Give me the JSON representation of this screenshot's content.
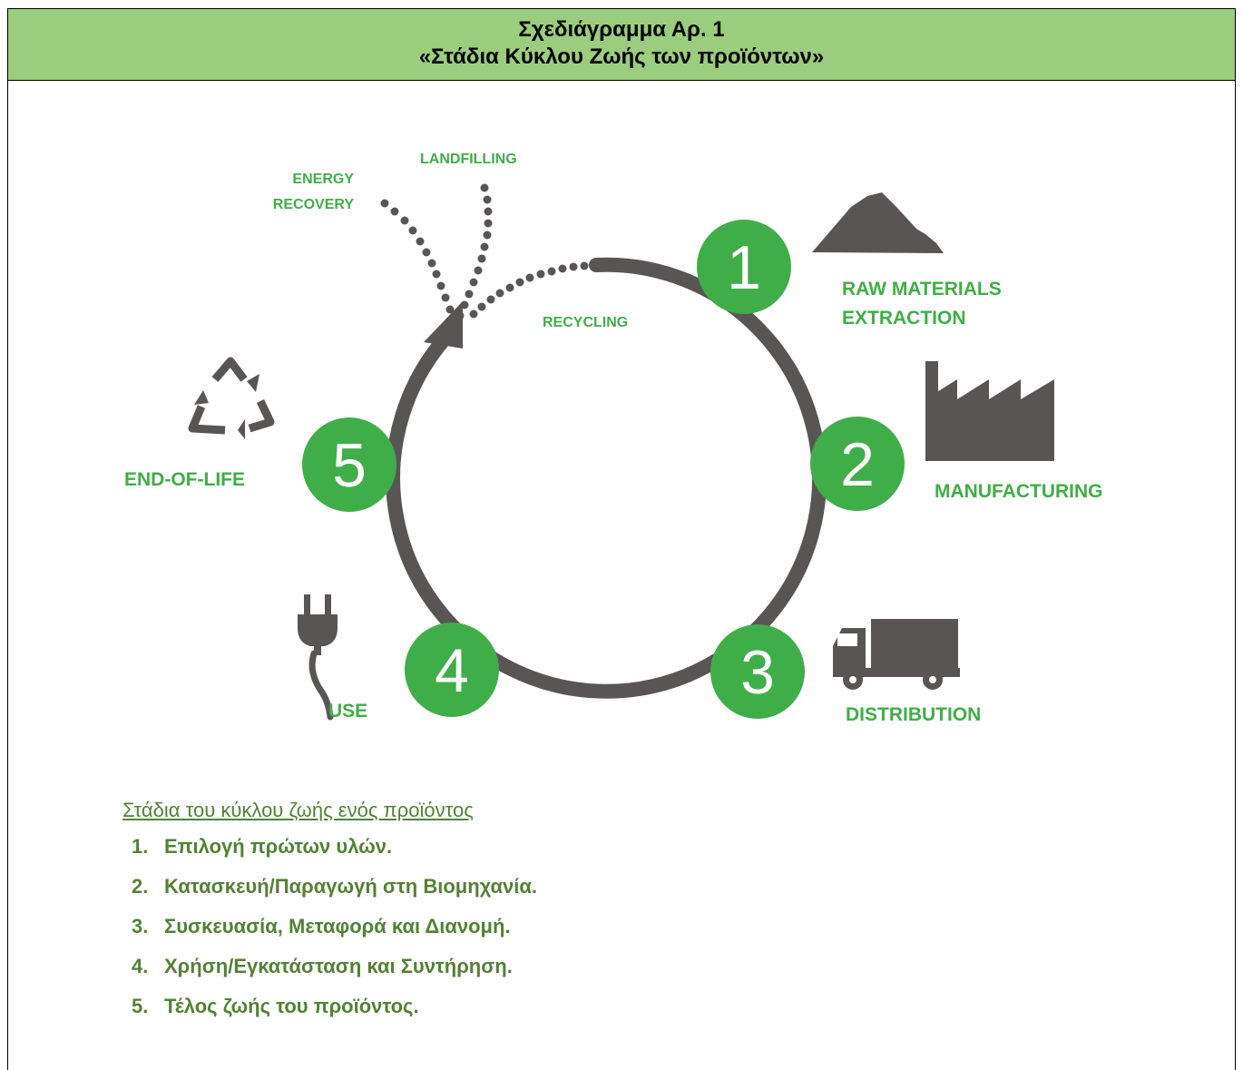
{
  "header": {
    "title_line1": "Σχεδιάγραμμα Αρ. 1",
    "title_line2": "«Στάδια Κύκλου Ζωής των προϊόντων»"
  },
  "diagram": {
    "stages": [
      {
        "number": "1",
        "label_lines": [
          "RAW MATERIALS",
          "EXTRACTION"
        ],
        "icon": "mountain-icon"
      },
      {
        "number": "2",
        "label_lines": [
          "MANUFACTURING"
        ],
        "icon": "factory-icon"
      },
      {
        "number": "3",
        "label_lines": [
          "DISTRIBUTION"
        ],
        "icon": "truck-icon"
      },
      {
        "number": "4",
        "label_lines": [
          "USE"
        ],
        "icon": "plug-icon"
      },
      {
        "number": "5",
        "label_lines": [
          "END-OF-LIFE"
        ],
        "icon": "recycle-icon"
      }
    ],
    "recycling_label": "RECYCLING",
    "landfilling_label": "LANDFILLING",
    "energy_recovery_lines": [
      "ENERGY",
      "RECOVERY"
    ],
    "colors": {
      "green": "#3fae48",
      "dark": "#5a5555",
      "header_bg": "#9acd7e",
      "legend_text": "#538135"
    }
  },
  "legend": {
    "title": "Στάδια του κύκλου ζωής ενός προϊόντος",
    "items": [
      {
        "n": "1.",
        "text": "Επιλογή πρώτων υλών."
      },
      {
        "n": "2.",
        "text": "Κατασκευή/Παραγωγή στη Βιομηχανία."
      },
      {
        "n": "3.",
        "text": "Συσκευασία, Μεταφορά και Διανομή."
      },
      {
        "n": "4.",
        "text": "Χρήση/Εγκατάσταση και Συντήρηση."
      },
      {
        "n": "5.",
        "text": "Τέλος ζωής του προϊόντος."
      }
    ]
  }
}
